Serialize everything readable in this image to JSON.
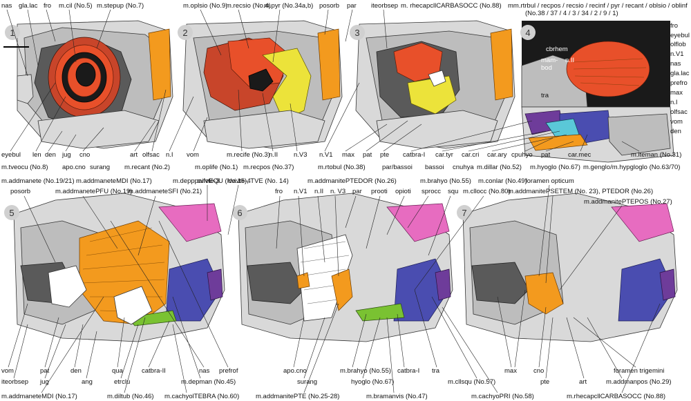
{
  "panels": {
    "p1": "1",
    "p2": "2",
    "p3": "3",
    "p4": "4",
    "p5": "5",
    "p6": "6",
    "p7": "7"
  },
  "top_labels": {
    "nas": "nas",
    "gla_lac": "gla.lac",
    "fro": "fro",
    "m_cil": "m.cil (No.5)",
    "m_stepup": "m.stepup (No.7)",
    "m_oplsio": "m.oplsio (No.9)",
    "m_recsio": "m.recsio (No.4)",
    "m_pyr": "m.pyr (No.34a,b)",
    "posorb": "posorb",
    "par": "par",
    "iteorbsep": "iteorbsep",
    "m_rhecapcll": "m. rhecapcllCARBASOCC (No.88)",
    "mm_rtrbul": "mm.rtrbul / recpos / recsio / recinf / pyr / recant / oblsio / oblinf",
    "mm_nums": "(No.38 / 37 / 4 / 3 / 34 / 2 / 9 / 1)"
  },
  "p4_right_labels": [
    "fro",
    "eyebul",
    "olflob",
    "n.V1",
    "nas",
    "gla.lac",
    "prefro",
    "max",
    "n.I",
    "olfsac",
    "vom",
    "den"
  ],
  "p4_inner_labels": {
    "cbrhem": "cbrhem",
    "mambod": "mam-\nbod",
    "n_II": "n.II",
    "tra": "tra"
  },
  "row1_bottom": {
    "eyebul": "eyebul",
    "len": "len",
    "den": "den",
    "jug": "jug",
    "cno": "cno",
    "art": "art",
    "olfsac": "olfsac",
    "n_I": "n.I",
    "vom": "vom",
    "m_recife": "m.recife (No.3)",
    "n_II": "n.II",
    "n_V3": "n.V3",
    "n_V1": "n.V1",
    "max": "max",
    "pat": "pat",
    "pte": "pte",
    "catbra_I": "catbra-I",
    "car_tyr": "car.tyr",
    "car_cri": "car.cri",
    "car_ary": "car.ary",
    "cpuhyo": "cpuhyo",
    "pat2": "pat",
    "car_mec": "car.mec",
    "m_iteman": "m.iteman (No.31)",
    "m_tveocu": "m.tveocu (No.8)",
    "apo_cno": "apo.cno",
    "surang": "surang",
    "m_recant": "m.recant (No.2)",
    "m_oplife": "m.oplife (No.1)",
    "m_recpos": "m.recpos (No.37)",
    "m_rtobul": "m.rtobul (No.38)",
    "par_bassoi": "par/bassoi",
    "bassoi": "bassoi",
    "cnuhya": "cnuhya",
    "m_dillar": "m.dillar (No.52)",
    "m_hyoglo": "m.hyoglo (No.67)",
    "m_genglo": "m.genglo/m.hypgloglo (No.63/70)",
    "m_addmanete": "m.addmanete (No.19/21)",
    "m_addmaneteMDI": "m.addmaneteMDI (No.17)",
    "m_depppeife": "m.depppeifeEQU (No.15), TVE (No. 14)",
    "m_addmanitePTEDOR": "m.addmanitePTEDOR (No.26)",
    "m_brahyo": "m.brahyo (No.55)",
    "m_conlar": "m.conlar (No.49)"
  },
  "row2_top": {
    "posorb": "posorb",
    "m_addmanetePFU": "m.addmanetePFU (No.19)",
    "m_addmaneteSFI": "m.addmaneteSFI (No.21)",
    "cvivte3": "cvivte-3",
    "cvivte4": "cvivte-4",
    "fro": "fro",
    "n_V1": "n.V1",
    "n_II": "n.II",
    "n_V3": "n. V3",
    "par": "par",
    "prooti": "prooti",
    "opioti": "opioti",
    "sprocc": "sprocc",
    "squ": "squ",
    "m_cllocc": "m.cllocc (No.80)",
    "foramen_opticum": "foramen opticum",
    "m_addmanitePSETEM": "m.addmanitePSETEM (No. 23), PTEDOR (No.26)",
    "m_addmanitePTEPOS": "m.addmanitePTEPOS (No.27)"
  },
  "row2_bottom": {
    "vom": "vom",
    "iteorbsep": "iteorbsep",
    "pat": "pat",
    "jug": "jug",
    "den": "den",
    "ang": "ang",
    "qua": "qua",
    "etrclu": "etrclu",
    "catbra_II": "catbra-II",
    "nas": "nas",
    "prefrof": "prefrof",
    "m_depman": "m.depman (No.45)",
    "m_addmaneteMDI": "m.addmaneteMDI (No.17)",
    "m_diltub": "m.diltub (No.46)",
    "m_cachyolTEBRA": "m.cachyolTEBRA (No.60)",
    "apo_cno": "apo.cno",
    "surang": "surang",
    "m_brahyo": "m.brahyo (No.55)",
    "hyoglo": "hyoglo (No.67)",
    "catbra_I": "catbra-I",
    "tra": "tra",
    "m_addmanitePTE": "m.addmanitePTE (No.25-28)",
    "m_bramanvis": "m.bramanvis (No.47)",
    "m_cllsqu": "m.cllsqu (No.57)",
    "m_cachyoPRI": "m.cachyoPRI (No.58)",
    "max": "max",
    "cno": "cno",
    "pte": "pte",
    "art": "art",
    "foramen_trigemini": "foramen trigemini",
    "m_addmanpos": "m.addmanpos (No.29)",
    "m_rhecapcll2": "m.rhecapcllCARBASOCC (No.88)"
  }
}
